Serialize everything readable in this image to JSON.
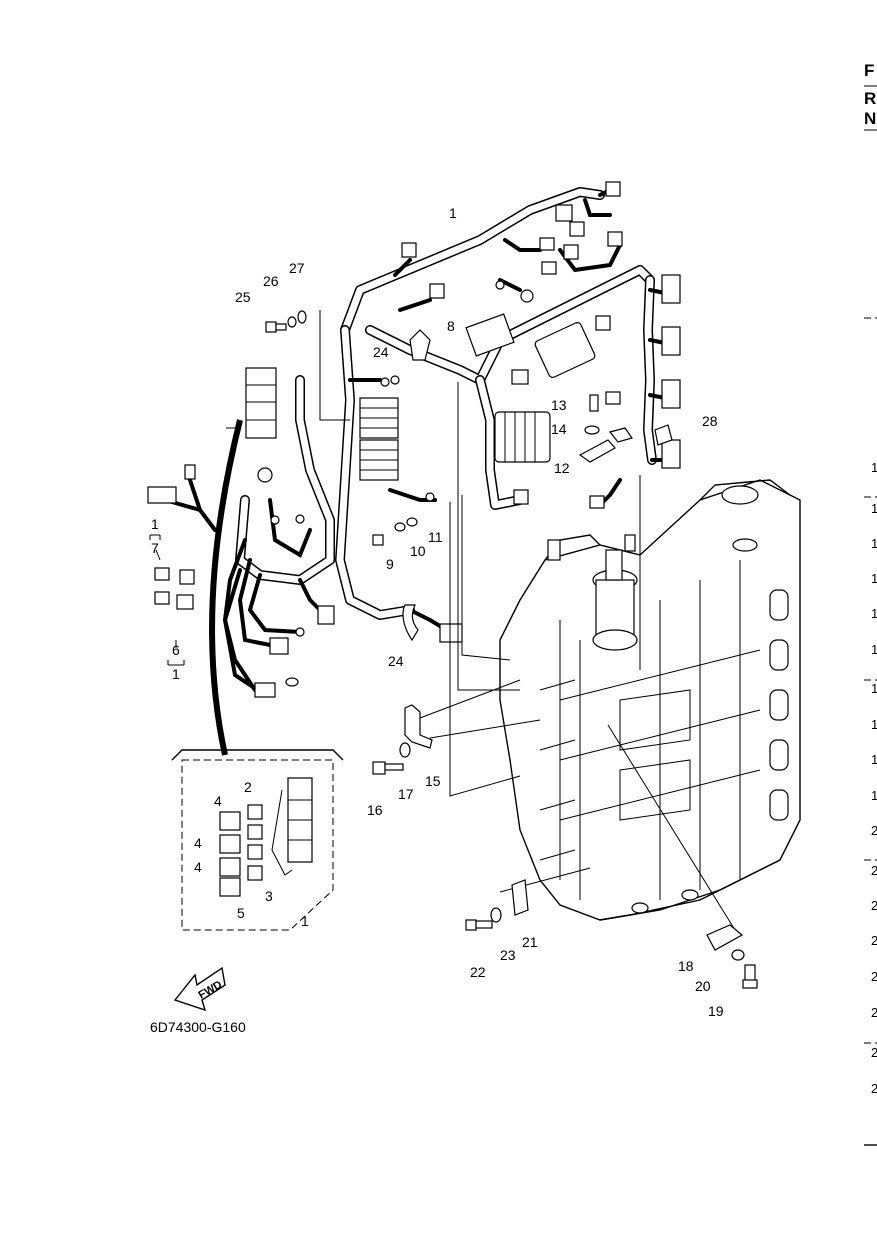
{
  "diagram_code": "6D74300-G160",
  "fwd_label": "FWD",
  "callouts": [
    "1",
    "2",
    "3",
    "4",
    "4",
    "4",
    "5",
    "6",
    "1",
    "7",
    "1",
    "8",
    "9",
    "10",
    "11",
    "12",
    "13",
    "14",
    "15",
    "16",
    "17",
    "18",
    "19",
    "20",
    "21",
    "22",
    "23",
    "24",
    "24",
    "25",
    "26",
    "27",
    "28",
    "1"
  ],
  "edge": {
    "heading_top": "F",
    "heading_r": "R",
    "heading_n": "N",
    "clipped_numbers": [
      "1",
      "1",
      "1",
      "1",
      "1",
      "1",
      "1",
      "1",
      "1",
      "1",
      "2",
      "2",
      "2",
      "2",
      "2",
      "2",
      "2",
      "2"
    ]
  }
}
